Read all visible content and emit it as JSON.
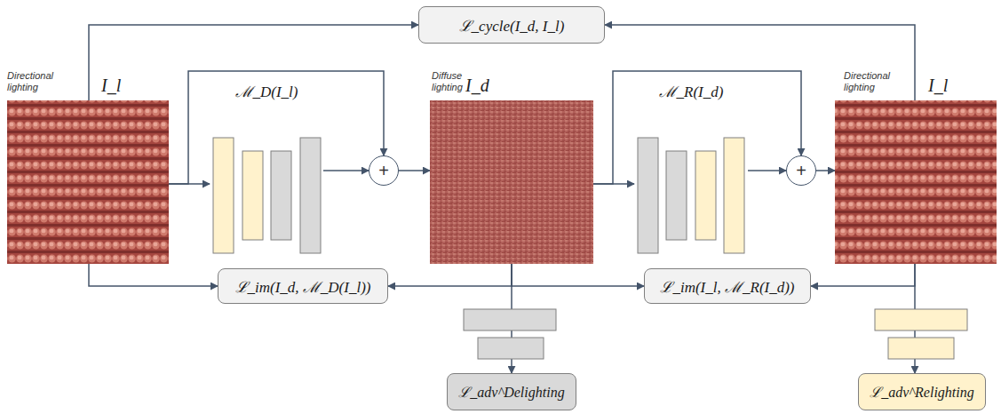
{
  "diagram": {
    "nodes": [
      {
        "text": [
          "ℒ_cycle(I_d, I_l)"
        ]
      },
      {
        "text": [
          "Directional lighting",
          "I_l"
        ]
      },
      {
        "text": [
          "ℳ_D(I_l)"
        ]
      },
      {
        "text": [
          "+"
        ]
      },
      {
        "text": [
          "Diffuse lighting",
          "I_d"
        ]
      },
      {
        "text": [
          "ℳ_R(I_d)"
        ]
      },
      {
        "text": [
          "+"
        ]
      },
      {
        "text": [
          "Directional lighting",
          "I_l"
        ]
      },
      {
        "text": [
          "ℒ_im(I_d, ℳ_D(I_l))"
        ]
      },
      {
        "text": [
          "ℒ_im(I_l, ℳ_R(I_d))"
        ]
      },
      {
        "text": [
          "ℒ_adv^Delighting"
        ]
      },
      {
        "text": [
          "ℒ_adv^Relighting"
        ]
      }
    ],
    "edges": [
      {
        "from": 1,
        "to": 2,
        "arrow": "to"
      },
      {
        "from": 1,
        "to": 3,
        "arrow": "to"
      },
      {
        "from": 2,
        "to": 3,
        "arrow": "to"
      },
      {
        "from": 3,
        "to": 4,
        "arrow": "to"
      },
      {
        "from": 4,
        "to": 5,
        "arrow": "to"
      },
      {
        "from": 4,
        "to": 6,
        "arrow": "to"
      },
      {
        "from": 5,
        "to": 6,
        "arrow": "to"
      },
      {
        "from": 6,
        "to": 7,
        "arrow": "to"
      },
      {
        "from": 1,
        "to": 0,
        "arrow": "to"
      },
      {
        "from": 7,
        "to": 0,
        "arrow": "to"
      },
      {
        "from": 1,
        "to": 8,
        "arrow": "to"
      },
      {
        "from": 4,
        "to": 8,
        "arrow": "to"
      },
      {
        "from": 4,
        "to": 9,
        "arrow": "to"
      },
      {
        "from": 7,
        "to": 9,
        "arrow": "to"
      },
      {
        "from": 4,
        "to": 10,
        "arrow": "to"
      },
      {
        "from": 7,
        "to": 11,
        "arrow": "to"
      }
    ]
  }
}
